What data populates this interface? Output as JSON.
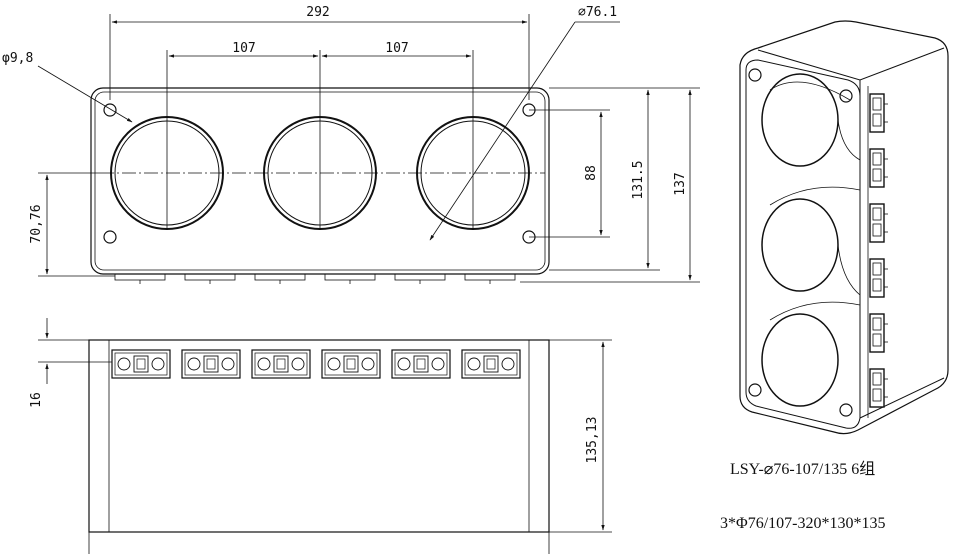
{
  "dimensions": {
    "width_overall": "292",
    "pitch_left": "107",
    "pitch_right": "107",
    "hole_diameter": "⌀76.1",
    "mount_hole_diameter": "φ9,8",
    "height_88": "88",
    "height_131": "131.5",
    "height_137": "137",
    "height_70": "70,76",
    "height_16": "16",
    "height_135": "135,13"
  },
  "caption": {
    "line1": "LSY-⌀76-107/135 6组",
    "line2": "3*Φ76/107-320*130*135"
  },
  "terminals": [
    1,
    2,
    3,
    4,
    5,
    6
  ],
  "colors": {
    "line": "#111111",
    "background": "#ffffff"
  }
}
